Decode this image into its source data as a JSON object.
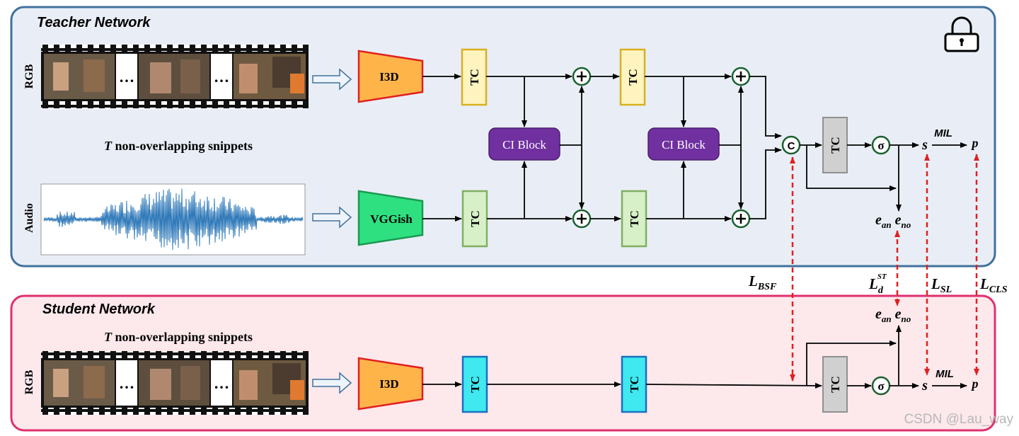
{
  "teacher": {
    "title": "Teacher Network",
    "rgb_label": "RGB",
    "audio_label": "Audio",
    "snippets_italic": "T",
    "snippets_text": "non-overlapping snippets",
    "i3d_label": "I3D",
    "vggish_label": "VGGish",
    "tc_label": "TC",
    "ci_block_label": "CI Block",
    "concat_symbol": "C",
    "sigmoid_symbol": "σ",
    "score_label": "s",
    "mil_label": "MIL",
    "prob_label": "p",
    "e_an": "e",
    "e_an_sub": "an",
    "e_no": "e",
    "e_no_sub": "no",
    "lock_icon": "lock-icon"
  },
  "student": {
    "title": "Student Network",
    "rgb_label": "RGB",
    "snippets_italic": "T",
    "snippets_text": "non-overlapping snippets",
    "i3d_label": "I3D",
    "tc_label": "TC",
    "sigmoid_symbol": "σ",
    "score_label": "s",
    "mil_label": "MIL",
    "prob_label": "p",
    "e_an": "e",
    "e_an_sub": "an",
    "e_no": "e",
    "e_no_sub": "no"
  },
  "losses": {
    "bsf": "L",
    "bsf_sub": "BSF",
    "d": "L",
    "d_sub": "d",
    "d_sup": "ST",
    "sl": "L",
    "sl_sub": "SL",
    "cls": "L",
    "cls_sub": "CLS"
  },
  "watermark": "CSDN @Lau_way",
  "colors": {
    "teacher_bg": "#e9eef6",
    "teacher_border": "#41719c",
    "student_bg": "#fde8ec",
    "student_border": "#e0306e",
    "i3d_fill": "#ffb44a",
    "i3d_stroke": "#e02020",
    "vggish_fill": "#2fe080",
    "vggish_stroke": "#1a9a50",
    "tc_teacher_rgb": "#fff4c0",
    "tc_teacher_rgb_stroke": "#d8b020",
    "tc_teacher_audio": "#d8f0c8",
    "tc_teacher_audio_stroke": "#80b060",
    "tc_gray": "#d0d0d0",
    "tc_student": "#40e8f0",
    "tc_student_stroke": "#1a70c0",
    "ci_block": "#7030a0",
    "plus_stroke": "#1a6030",
    "loss_arrow": "#e02020",
    "waveform": "#2e78b8"
  }
}
